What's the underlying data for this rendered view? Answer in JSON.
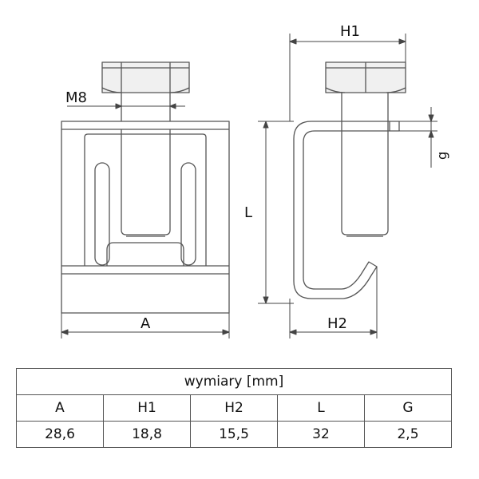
{
  "labels": {
    "m8": "M8",
    "h1": "H1",
    "l": "L",
    "g": "g",
    "a": "A",
    "h2": "H2"
  },
  "table": {
    "title": "wymiary [mm]",
    "headers": [
      "A",
      "H1",
      "H2",
      "L",
      "G"
    ],
    "values": [
      "28,6",
      "18,8",
      "15,5",
      "32",
      "2,5"
    ]
  }
}
